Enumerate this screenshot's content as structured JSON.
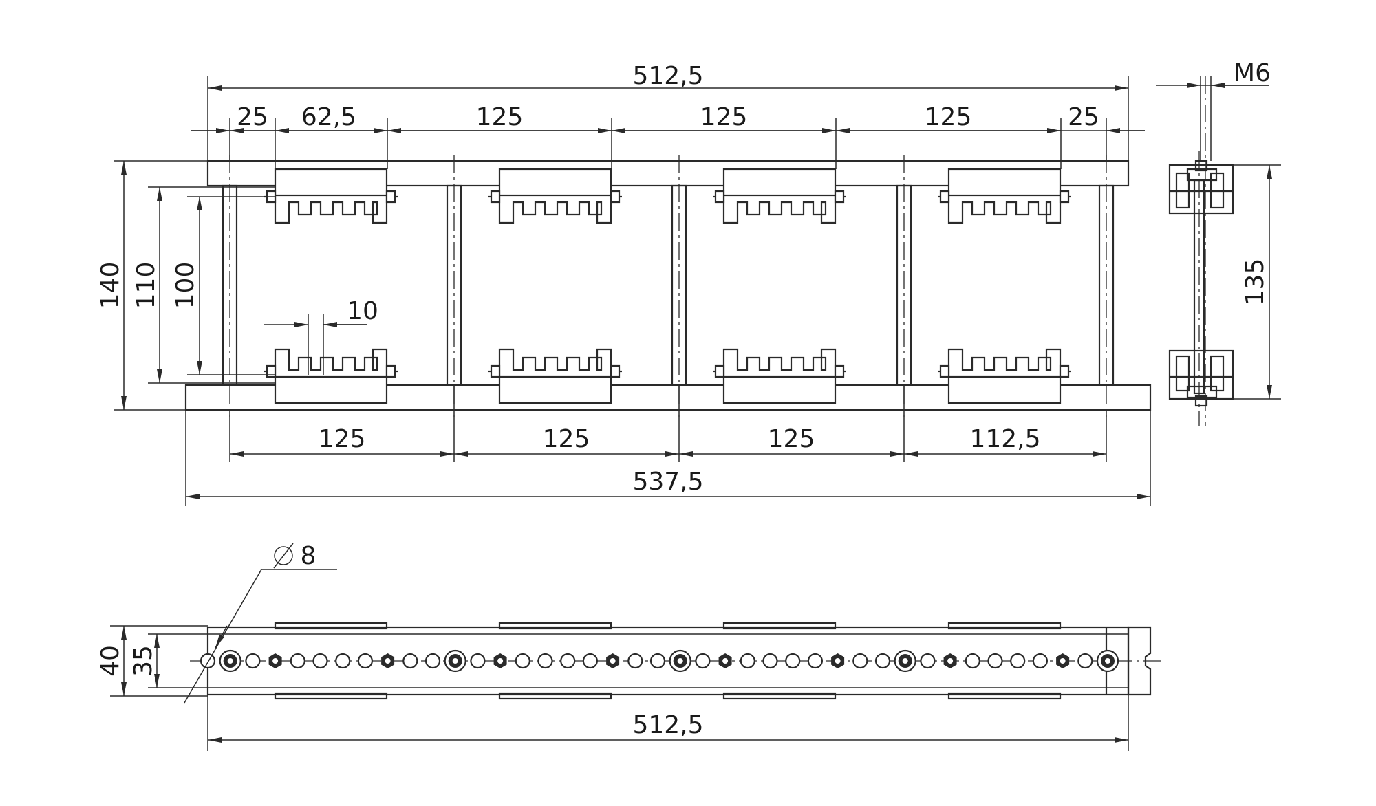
{
  "drawing": {
    "front_view": {
      "top_overall": "512,5",
      "top_segments": [
        "25",
        "62,5",
        "125",
        "125",
        "125",
        "25"
      ],
      "bottom_segments": [
        "125",
        "125",
        "125",
        "112,5"
      ],
      "bottom_overall": "537,5",
      "height_140": "140",
      "height_110": "110",
      "height_100": "100",
      "slot_width": "10"
    },
    "side_view": {
      "thread": "M6",
      "height": "135"
    },
    "plan_view": {
      "hole_diameter": "8",
      "height_40": "40",
      "height_35": "35",
      "length": "512,5"
    }
  }
}
